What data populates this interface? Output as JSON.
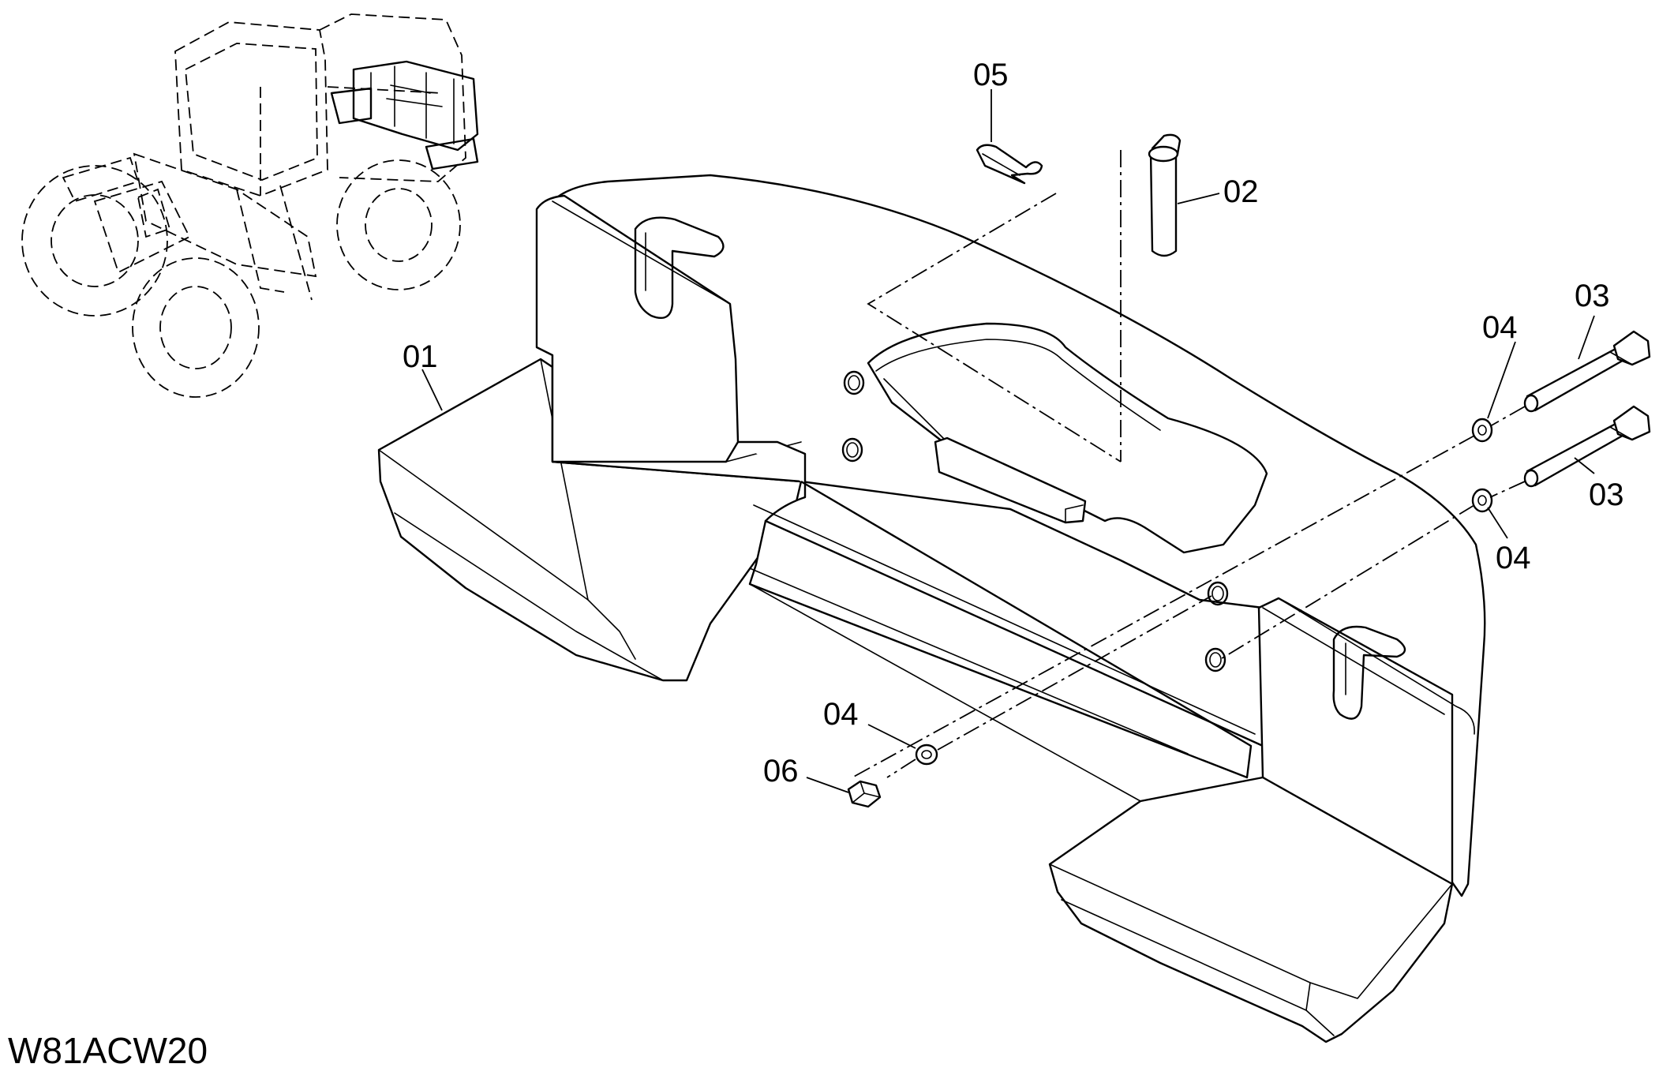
{
  "diagram": {
    "code": "W81ACW20",
    "callouts": {
      "c01": "01",
      "c02": "02",
      "c03a": "03",
      "c03b": "03",
      "c04a": "04",
      "c04b": "04",
      "c04c": "04",
      "c05": "05",
      "c06": "06"
    }
  }
}
